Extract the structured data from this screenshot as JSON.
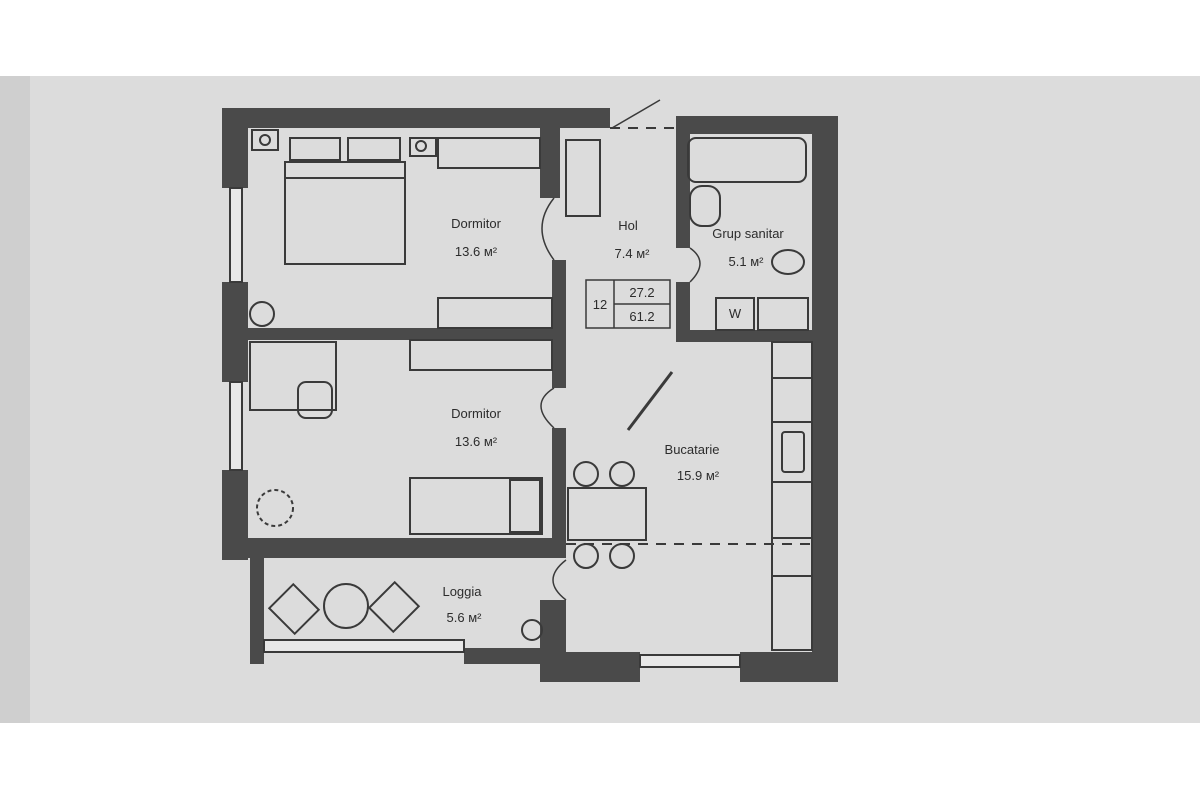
{
  "rooms": [
    {
      "id": "bedroom-1",
      "name": "Dormitor",
      "area": "13.6 м²"
    },
    {
      "id": "hall",
      "name": "Hol",
      "area": "7.4 м²"
    },
    {
      "id": "bathroom",
      "name": "Grup sanitar",
      "area": "5.1 м²"
    },
    {
      "id": "bedroom-2",
      "name": "Dormitor",
      "area": "13.6 м²"
    },
    {
      "id": "kitchen",
      "name": "Bucatarie",
      "area": "15.9 м²"
    },
    {
      "id": "loggia",
      "name": "Loggia",
      "area": "5.6 м²"
    }
  ],
  "apartment": {
    "number": "12",
    "living_area": "27.2",
    "total_area": "61.2"
  },
  "appliance_labels": {
    "washer": "W"
  },
  "colors": {
    "wall": "#4a4a4a",
    "paper": "#dcdcdc",
    "line": "#3a3a3a"
  }
}
